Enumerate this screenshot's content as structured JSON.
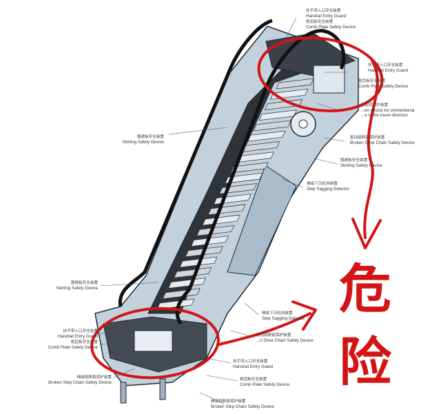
{
  "labels": {
    "handrail_entry_top": {
      "zh": "扶手带入口安全装置",
      "en": "Handrail Entry Guard"
    },
    "comb_plate_top": {
      "zh": "梳齿板安全装置",
      "en": "Comb Plate Safety Device"
    },
    "handrail_entry_right": {
      "zh": "扶手带入口安全装置",
      "en": "Handrail Entry Guard"
    },
    "comb_plate_right": {
      "zh": "梳齿板安全装置",
      "en": "Comb Plate Safety Device"
    },
    "reversal": {
      "zh": "防逆转保护装置",
      "en1": "...en device for unintentional",
      "en2": "...e of the travel direction"
    },
    "broken_drive_chain": {
      "zh": "驱动链断链保护装置",
      "en": "Broken Drive Chain Safety Device"
    },
    "skirting_right": {
      "zh": "围裙板安全装置",
      "en": "Skirting Safety Device"
    },
    "step_sagging_upper": {
      "zh": "梯级下沉检测装置",
      "en": "Step Sagging Detector"
    },
    "skirting_left_upper": {
      "zh": "围裙板安全装置",
      "en": "Skirting Safety Device"
    },
    "skirting_left_lower": {
      "zh": "围裙板安全装置",
      "en": "Skirting Safety Device"
    },
    "handrail_entry_bottom": {
      "zh": "扶手带入口安全装置",
      "en": "Handrail Entry Guard"
    },
    "comb_plate_bottom_left": {
      "zh": "梳齿板安全装置",
      "en": "Comb Plate Safety Device"
    },
    "broken_step_chain_left": {
      "zh": "梯级链断裂保护装置",
      "en": "Broken Step Chain Safety Device"
    },
    "step_sagging_lower": {
      "zh": "梯级下沉检测装置",
      "en": "Step Sagging Detector"
    },
    "broken_drive_chain_lower": {
      "zh": "驱动链断链保护装置",
      "en": "...n Drive Chain Safety Device"
    },
    "handrail_entry_lower_right": {
      "zh": "扶手带入口安全装置",
      "en": "Handrail Entry Guard"
    },
    "comb_plate_lower_right": {
      "zh": "梳齿板安全装置",
      "en": "Comb Plate Safety Device"
    },
    "broken_step_chain_bottom": {
      "zh": "梯级链断裂保护装置",
      "en": "Broken Step Chain Safety Device"
    }
  },
  "annotation": {
    "char1": "危",
    "char2": "险",
    "color": "#d41414"
  },
  "colors": {
    "truss": "#b9c9d6",
    "truss_dark": "#8ea3b4",
    "outline": "#1d2a36",
    "step_dark": "#3a3f45",
    "step_light": "#e9ecef"
  }
}
